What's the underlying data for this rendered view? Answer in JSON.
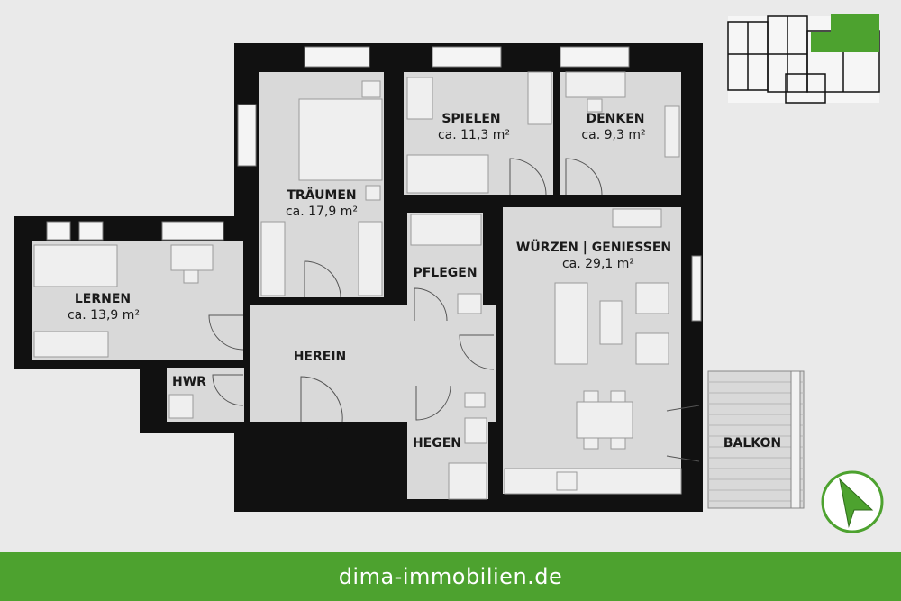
{
  "colors": {
    "background": "#eaeaea",
    "room_fill": "#d9d9d9",
    "wall": "#111111",
    "accent": "#4da22f",
    "footer_text": "#ffffff"
  },
  "rooms": {
    "traeumen": {
      "name": "TRÄUMEN",
      "area": "ca. 17,9 m²"
    },
    "spielen": {
      "name": "SPIELEN",
      "area": "ca. 11,3 m²"
    },
    "denken": {
      "name": "DENKEN",
      "area": "ca. 9,3 m²"
    },
    "wuerzen": {
      "name": "WÜRZEN | GENIESSEN",
      "area": "ca. 29,1 m²"
    },
    "lernen": {
      "name": "LERNEN",
      "area": "ca. 13,9 m²"
    },
    "pflegen": {
      "name": "PFLEGEN"
    },
    "herein": {
      "name": "HEREIN"
    },
    "hwr": {
      "name": "HWR"
    },
    "hegen": {
      "name": "HEGEN"
    },
    "balkon": {
      "name": "BALKON"
    }
  },
  "icons": {
    "compass": "north-arrow-icon",
    "entrance": "entrance-triangle-icon",
    "keyplan": "building-keyplan-icon"
  },
  "footer": {
    "website": "dima-immobilien.de"
  }
}
